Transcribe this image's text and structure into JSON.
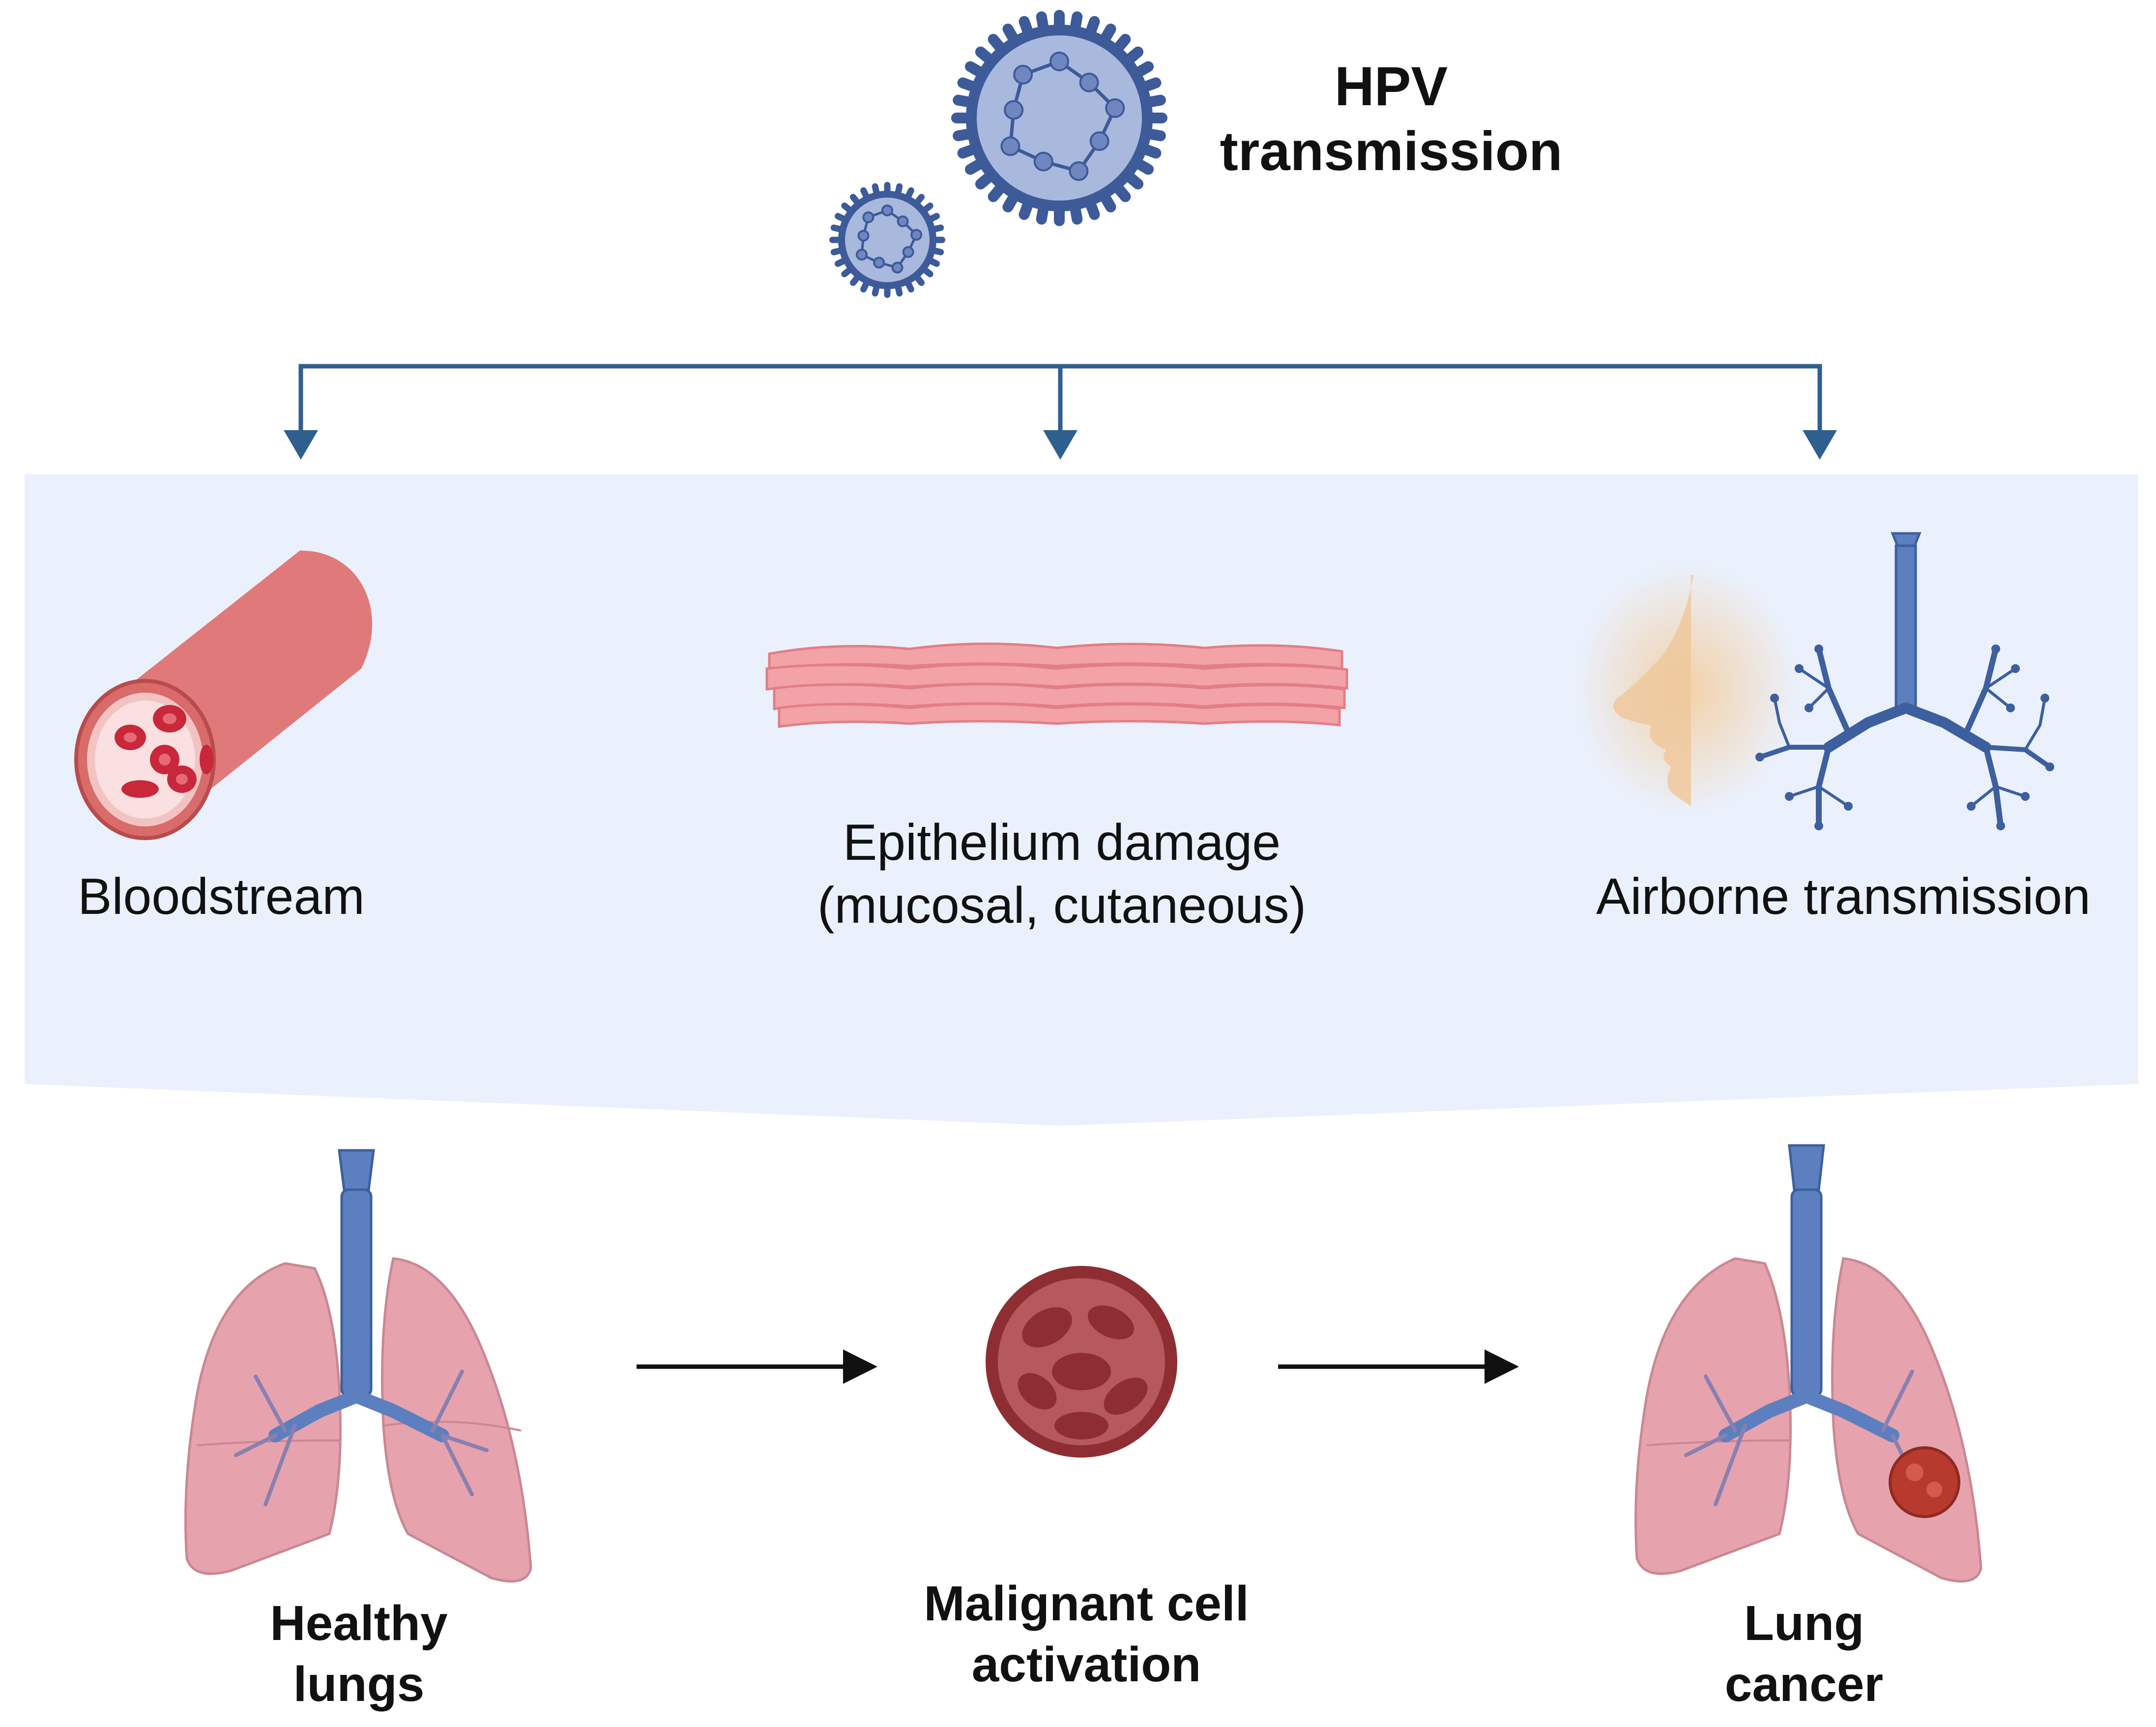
{
  "title": {
    "line1": "HPV",
    "line2": "transmission"
  },
  "routes": {
    "bloodstream": "Bloodstream",
    "epithelium_line1": "Epithelium damage",
    "epithelium_line2": "(mucosal, cutaneous)",
    "airborne": "Airborne transmission"
  },
  "outcomes": {
    "healthy_line1": "Healthy",
    "healthy_line2": "lungs",
    "malignant_line1": "Malignant cell",
    "malignant_line2": "activation",
    "cancer_line1": "Lung",
    "cancer_line2": "cancer"
  },
  "colors": {
    "arrow_blue": "#2f5f8f",
    "panel_bg": "#eaf1fd",
    "virus_blue": "#3d5a99",
    "virus_fill": "#a9b8dd",
    "lung_pink": "#e7a3ad",
    "trachea_blue": "#5b7fbf",
    "tumor_red": "#b83a2e"
  }
}
